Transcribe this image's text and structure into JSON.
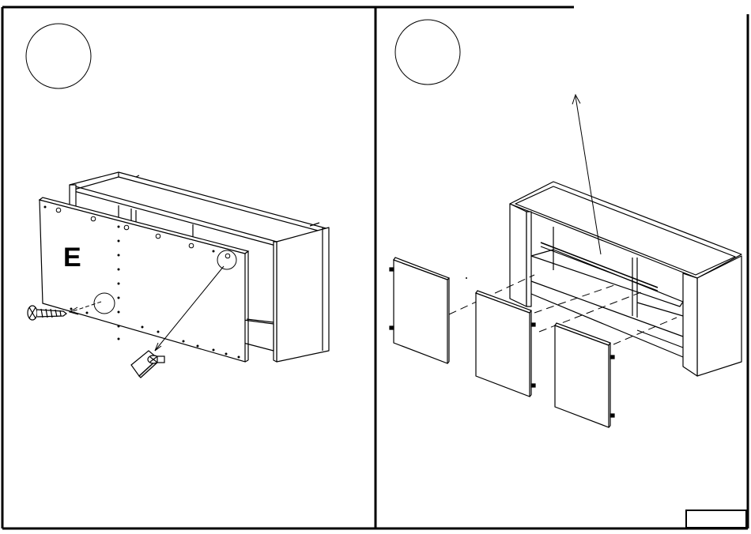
{
  "document": {
    "type": "assembly-instructions",
    "panels": [
      {
        "name": "left-step",
        "step_number_badge": "",
        "part_label": "E",
        "hardware": [
          "screw",
          "corner-bracket-with-screw"
        ]
      },
      {
        "name": "right-step",
        "step_number_badge": "",
        "door_count": 3
      }
    ],
    "page_number_box": ""
  },
  "colors": {
    "line": "#000000",
    "background": "#ffffff",
    "panel_fill": "#ffffff",
    "shade": "#e6e6e6"
  }
}
